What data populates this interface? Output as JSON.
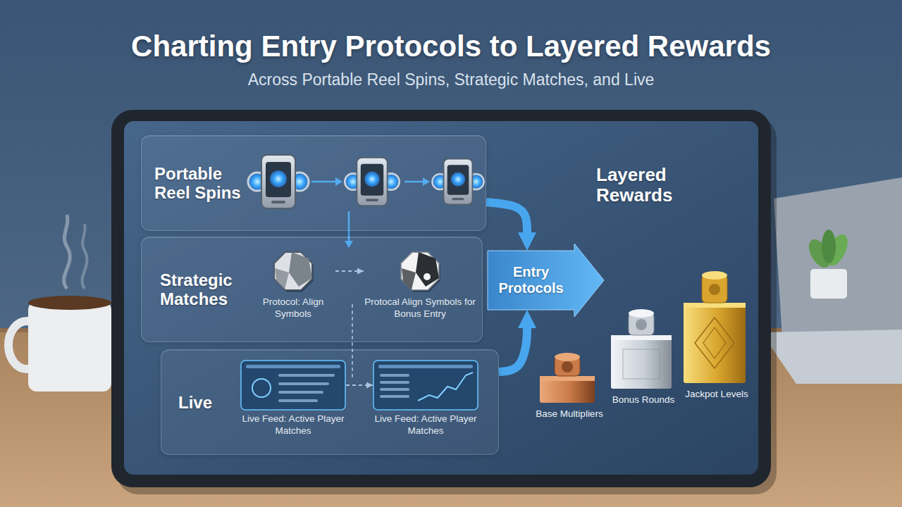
{
  "diagram": {
    "title": "Charting Entry Protocols to Layered Rewards",
    "caption": "Across Portable Reel Spins, Strategic Matches, and Live",
    "nodes": [
      {
        "text": [
          "Portable Reel Spins"
        ]
      },
      {
        "text": [
          "Strategic Matches"
        ]
      },
      {
        "text": [
          "Protocol: Align Symbols"
        ],
        "in": 1
      },
      {
        "text": [
          "Protocal Align Symbols for Bonus Entry"
        ],
        "in": 1
      },
      {
        "text": [
          "Live"
        ]
      },
      {
        "text": [
          "Live Feed: Active Player Matches"
        ],
        "in": 4
      },
      {
        "text": [
          "Live Feed: Active Player Matches"
        ],
        "in": 4
      },
      {
        "text": [
          "Entry Protocols"
        ]
      },
      {
        "text": [
          "Base Multipliers"
        ]
      },
      {
        "text": [
          "Bonus Rounds"
        ]
      },
      {
        "text": [
          "Jackpot Levels"
        ]
      }
    ],
    "edges": [
      {
        "from": 2,
        "to": 3,
        "arrow": "to"
      },
      {
        "from": 5,
        "to": 6,
        "arrow": "to"
      },
      {
        "from": 0,
        "to": 7,
        "arrow": "to"
      },
      {
        "from": 4,
        "to": 7,
        "arrow": "to"
      }
    ],
    "labels": [
      "Layered Rewards"
    ]
  }
}
